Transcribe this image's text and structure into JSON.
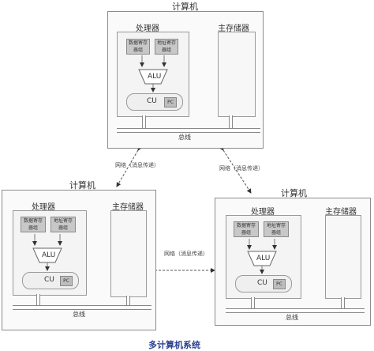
{
  "computer_label": "计算机",
  "processor_label": "处理器",
  "memory_label": "主存储器",
  "data_register_label": "数据寄存器组",
  "address_register_label": "地址寄存器组",
  "alu_label": "ALU",
  "cu_label": "CU",
  "pc_label": "PC",
  "bus_label": "总线",
  "network_label": "网络（消息传递）",
  "caption": "多计算机系统",
  "colors": {
    "caption": "#2a3f8f",
    "border": "#8c8c8c",
    "register_fill": "#c8c8c8"
  }
}
